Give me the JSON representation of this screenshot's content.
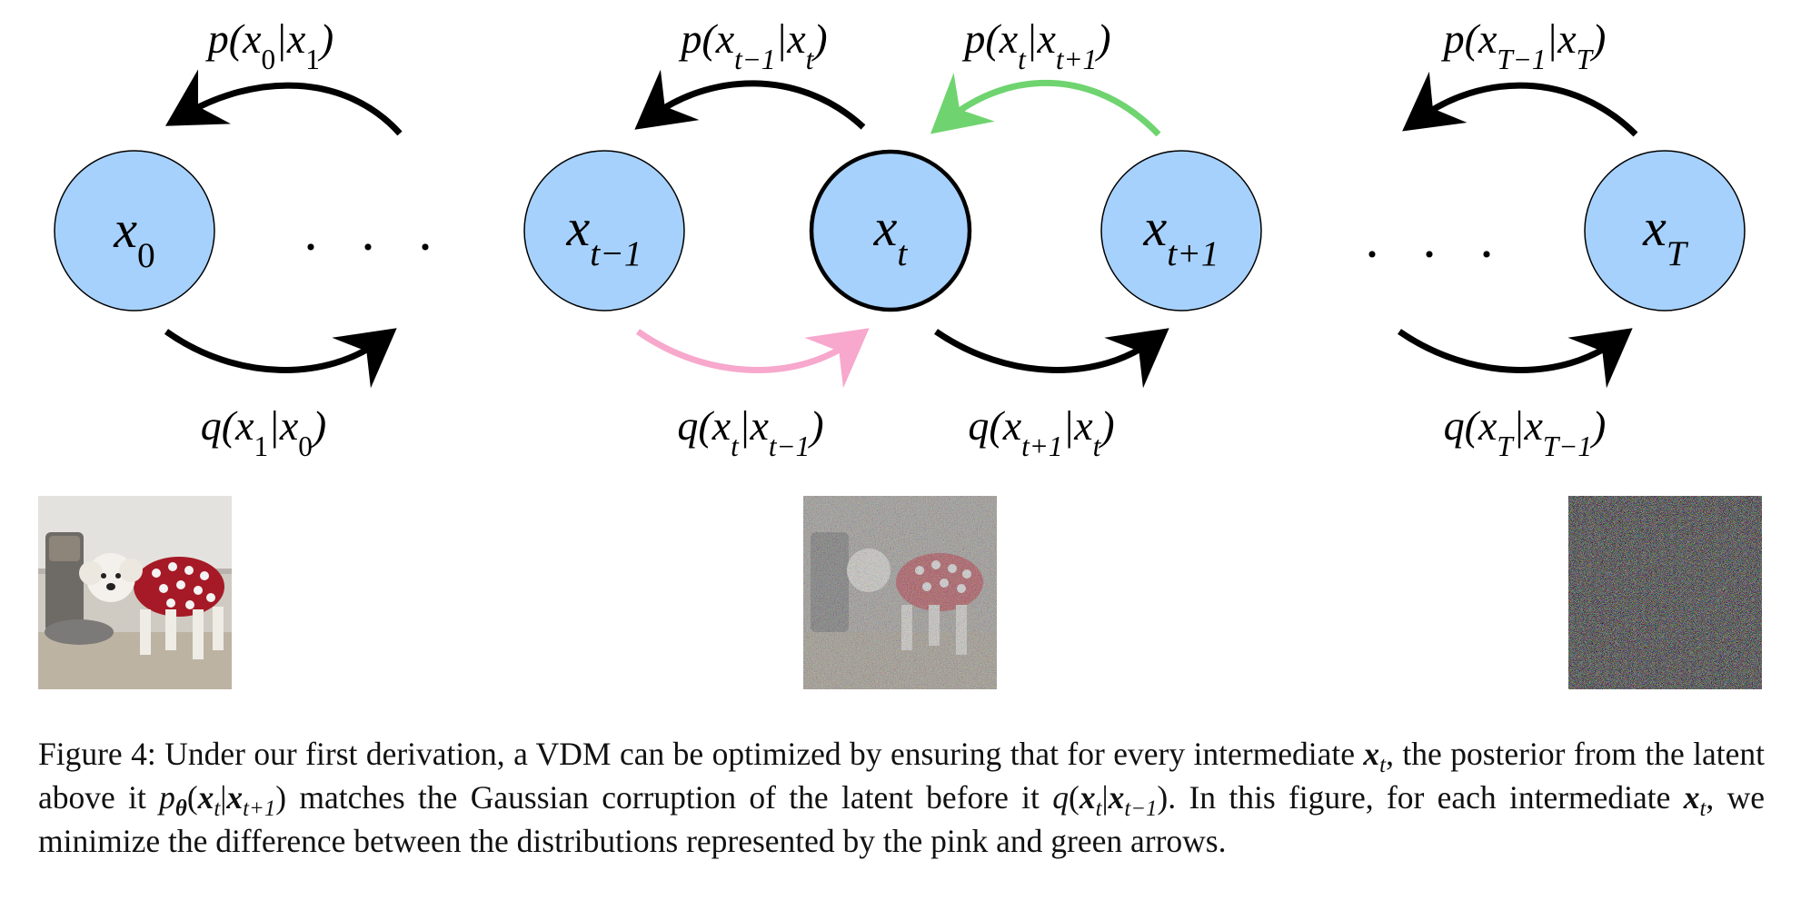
{
  "nodes": [
    {
      "base": "x",
      "sub": "0"
    },
    {
      "base": "x",
      "sub": "t−1"
    },
    {
      "base": "x",
      "sub": "t"
    },
    {
      "base": "x",
      "sub": "t+1"
    },
    {
      "base": "x",
      "sub": "T"
    }
  ],
  "ellipsis": "· · ·",
  "edges": {
    "p_x0_x1": "p(x₀|x₁)",
    "p_xtm1_xt": "p(xₜ₋₁|xₜ)",
    "p_xt_xtp1": "p(xₜ|xₜ₊₁)",
    "p_xTm1_xT": "p(x_{T−1}|x_T)",
    "q_x1_x0": "q(x₁|x₀)",
    "q_xt_xtm1": "q(xₜ|xₜ₋₁)",
    "q_xtp1_xt": "q(xₜ₊₁|xₜ)",
    "q_xT_xTm1": "q(x_T|x_{T−1})"
  },
  "colors": {
    "node_fill": "#a6d1fc",
    "pink_arrow": "#f7a8cc",
    "green_arrow": "#6fd46f",
    "black_arrow": "#000000"
  },
  "caption": {
    "figure_label": "Figure 4:",
    "text_1": "Under our first derivation, a VDM can be optimized by ensuring that for every intermediate",
    "text_2": "the posterior from the latent above it",
    "text_3": "matches the Gaussian corruption of the latent before it",
    "text_4": "In this figure, for each intermediate",
    "text_5": "we minimize the difference between the distributions represented by the pink and green arrows."
  },
  "images": [
    {
      "name": "clean-dog-image",
      "icon": "dog-photo"
    },
    {
      "name": "noisy-dog-image",
      "icon": "dog-photo-noisy"
    },
    {
      "name": "pure-noise-image",
      "icon": "noise"
    }
  ]
}
